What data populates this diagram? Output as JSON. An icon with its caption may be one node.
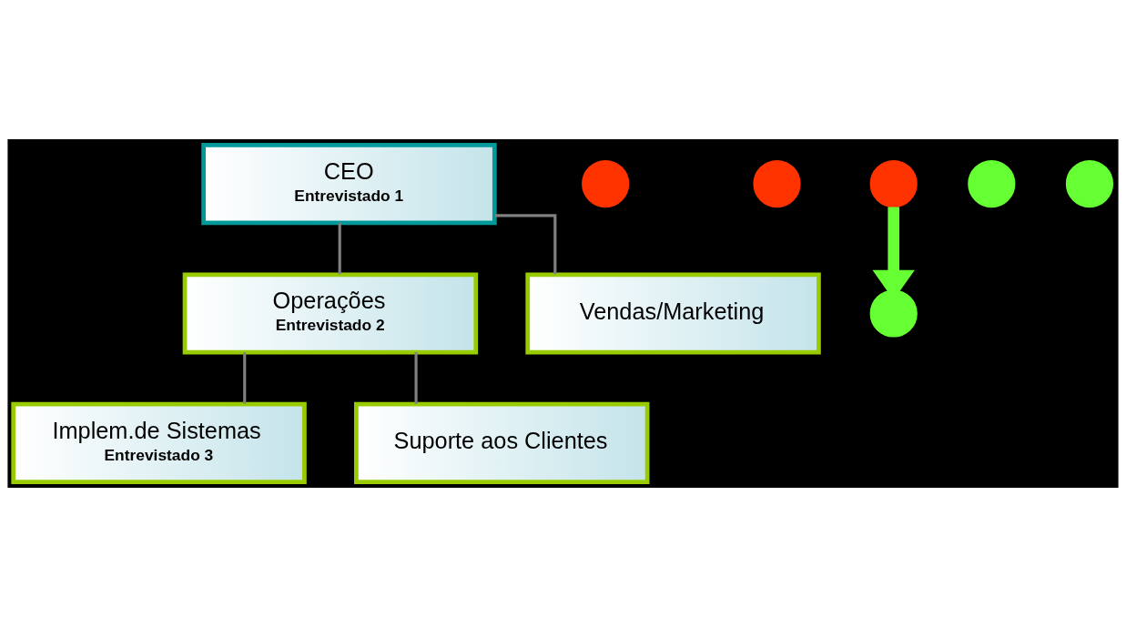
{
  "diagram": {
    "nodes": [
      {
        "text": [
          "CEO",
          "Entrevistado 1"
        ]
      },
      {
        "text": [
          "Operações",
          "Entrevistado 2"
        ]
      },
      {
        "text": [
          "Vendas/Marketing"
        ]
      },
      {
        "text": [
          "Implem.de Sistemas",
          "Entrevistado 3"
        ]
      },
      {
        "text": [
          "Suporte aos Clientes"
        ]
      },
      {
        "text": [],
        "shape": "circle"
      },
      {
        "text": [],
        "shape": "circle"
      },
      {
        "text": [],
        "shape": "circle"
      },
      {
        "text": [],
        "shape": "circle"
      },
      {
        "text": [],
        "shape": "circle"
      },
      {
        "text": [],
        "shape": "circle"
      }
    ],
    "edges": [
      {
        "from": 0,
        "to": 1,
        "arrow": "none"
      },
      {
        "from": 0,
        "to": 2,
        "arrow": "none"
      },
      {
        "from": 1,
        "to": 3,
        "arrow": "none"
      },
      {
        "from": 1,
        "to": 4,
        "arrow": "none"
      },
      {
        "from": 7,
        "to": 8,
        "arrow": "to",
        "style": "thick",
        "color": "#66ff33"
      }
    ]
  }
}
